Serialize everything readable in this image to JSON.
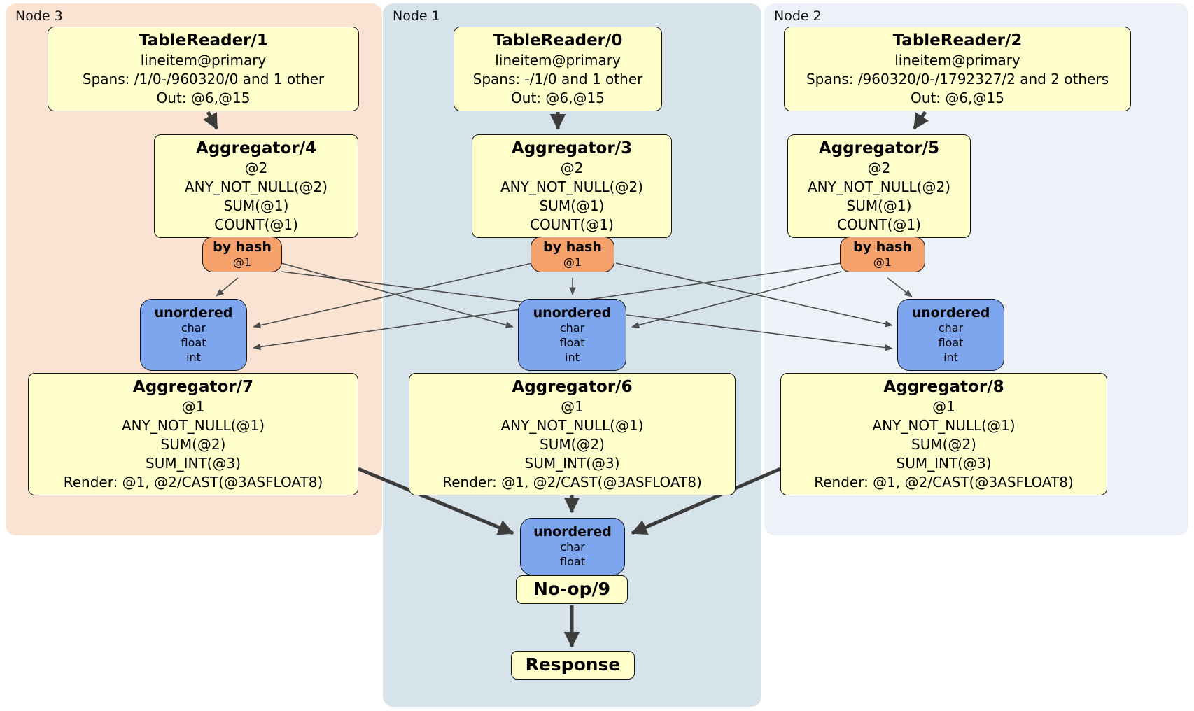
{
  "nodes": [
    {
      "id": "node3",
      "label": "Node 3"
    },
    {
      "id": "node1",
      "label": "Node 1"
    },
    {
      "id": "node2",
      "label": "Node 2"
    }
  ],
  "ops": {
    "tr1": {
      "title": "TableReader/1",
      "lines": [
        "lineitem@primary",
        "Spans: /1/0-/960320/0 and 1 other",
        "Out: @6,@15"
      ]
    },
    "ag4": {
      "title": "Aggregator/4",
      "lines": [
        "@2",
        "ANY_NOT_NULL(@2)",
        "SUM(@1)",
        "COUNT(@1)"
      ]
    },
    "router3": {
      "title": "by hash",
      "lines": [
        "@1"
      ]
    },
    "sync3": {
      "title": "unordered",
      "lines": [
        "char",
        "float",
        "int"
      ]
    },
    "ag7": {
      "title": "Aggregator/7",
      "lines": [
        "@1",
        "ANY_NOT_NULL(@1)",
        "SUM(@2)",
        "SUM_INT(@3)",
        "Render: @1, @2/CAST(@3ASFLOAT8)"
      ]
    },
    "tr0": {
      "title": "TableReader/0",
      "lines": [
        "lineitem@primary",
        "Spans: -/1/0 and 1 other",
        "Out: @6,@15"
      ]
    },
    "ag3": {
      "title": "Aggregator/3",
      "lines": [
        "@2",
        "ANY_NOT_NULL(@2)",
        "SUM(@1)",
        "COUNT(@1)"
      ]
    },
    "router1": {
      "title": "by hash",
      "lines": [
        "@1"
      ]
    },
    "sync1": {
      "title": "unordered",
      "lines": [
        "char",
        "float",
        "int"
      ]
    },
    "ag6": {
      "title": "Aggregator/6",
      "lines": [
        "@1",
        "ANY_NOT_NULL(@1)",
        "SUM(@2)",
        "SUM_INT(@3)",
        "Render: @1, @2/CAST(@3ASFLOAT8)"
      ]
    },
    "tr2": {
      "title": "TableReader/2",
      "lines": [
        "lineitem@primary",
        "Spans: /960320/0-/1792327/2 and 2 others",
        "Out: @6,@15"
      ]
    },
    "ag5": {
      "title": "Aggregator/5",
      "lines": [
        "@2",
        "ANY_NOT_NULL(@2)",
        "SUM(@1)",
        "COUNT(@1)"
      ]
    },
    "router2": {
      "title": "by hash",
      "lines": [
        "@1"
      ]
    },
    "sync2": {
      "title": "unordered",
      "lines": [
        "char",
        "float",
        "int"
      ]
    },
    "ag8": {
      "title": "Aggregator/8",
      "lines": [
        "@1",
        "ANY_NOT_NULL(@1)",
        "SUM(@2)",
        "SUM_INT(@3)",
        "Render: @1, @2/CAST(@3ASFLOAT8)"
      ]
    },
    "syncf": {
      "title": "unordered",
      "lines": [
        "char",
        "float"
      ]
    },
    "noop": {
      "title": "No-op/9"
    },
    "response": {
      "title": "Response"
    }
  },
  "colors": {
    "node3_bg": "#fbe3d3",
    "node1_bg": "#d6e3ea",
    "node2_bg": "#edf2f8",
    "op_fill": "#ffffcc",
    "router_fill": "#f5a16c",
    "sync_fill": "#7ea6ee",
    "edge_thin": "#4d4d4d",
    "edge_thick": "#3c3c3c"
  }
}
